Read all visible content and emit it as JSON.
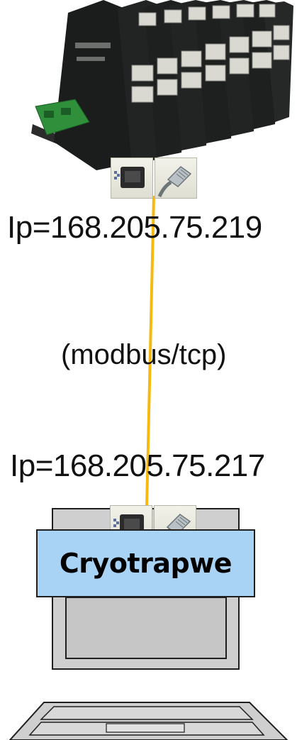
{
  "diagram": {
    "device_ip": "Ip=168.205.75.219",
    "protocol": "(modbus/tcp)",
    "pc_ip": "Ip=168.205.75.217",
    "application": "Cryotrapwe"
  },
  "icons": {
    "device": "din-rail-io-modules-icon",
    "port": "ethernet-port-icon",
    "plug": "ethernet-plug-icon",
    "computer": "laptop-computer-icon"
  },
  "colors": {
    "link": "#f5b90f",
    "app_box": "#a9d3f5",
    "module_body": "#1b1d1c",
    "terminal_green": "#2f8f3a"
  }
}
